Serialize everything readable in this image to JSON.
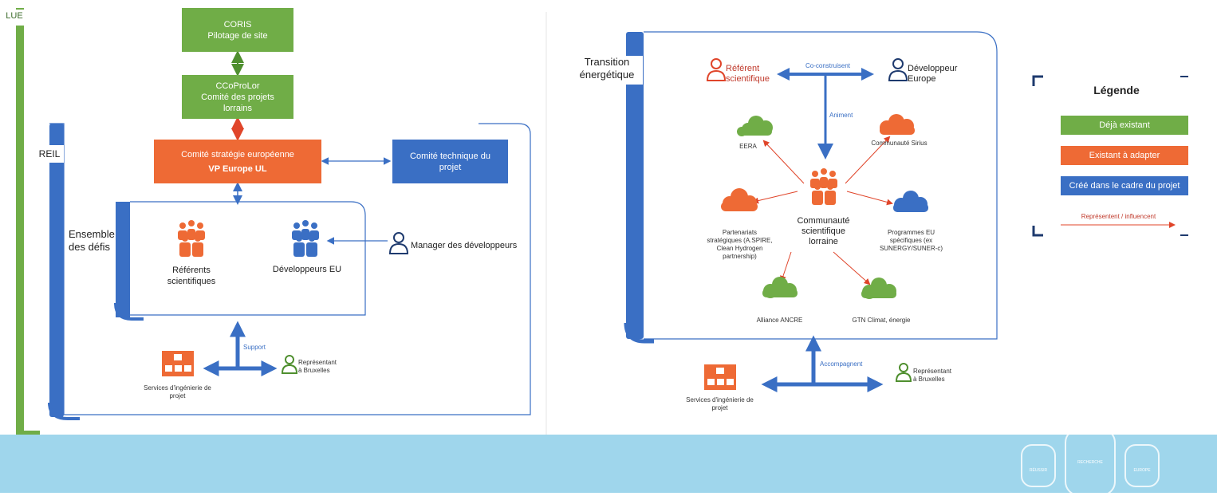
{
  "colors": {
    "green": "#70ad47",
    "orange": "#ee6a35",
    "blue": "#3a6fc4",
    "banner": "#9fd6ec"
  },
  "left": {
    "lue_tag": "LUE",
    "coris": {
      "line1": "CORIS",
      "line2": "Pilotage de site"
    },
    "ccoprolor": {
      "line1": "CCoProLor",
      "line2": "Comité des projets",
      "line3": "lorrains"
    },
    "reil_tag": "REIL",
    "strategie": {
      "line1": "Comité stratégie européenne",
      "line2": "VP Europe UL"
    },
    "technique": {
      "line1": "Comité technique du",
      "line2": "projet"
    },
    "ensemble_tag": {
      "line1": "Ensemble",
      "line2": "des défis"
    },
    "referents": {
      "line1": "Référents",
      "line2": "scientifiques"
    },
    "developpeurs": "Développeurs EU",
    "manager": "Manager des développeurs",
    "support": "Support",
    "services": {
      "line1": "Services d'ingénierie de",
      "line2": "projet"
    },
    "representant": {
      "line1": "Représentant",
      "line2": "à Bruxelles"
    }
  },
  "right": {
    "transition_tag": {
      "line1": "Transition",
      "line2": "énergétique"
    },
    "referent": {
      "line1": "Référent",
      "line2": "scientifique"
    },
    "coconstruisent": "Co-construisent",
    "developpeur": {
      "line1": "Développeur",
      "line2": "Europe"
    },
    "animent": "Animent",
    "eera": "EERA",
    "sirius": "Communauté Sirius",
    "communaute": {
      "line1": "Communauté",
      "line2": "scientifique",
      "line3": "lorraine"
    },
    "partenariats": {
      "line1": "Partenariats",
      "line2": "stratégiques (A.SPIRE,",
      "line3": "Clean Hydrogen",
      "line4": "partnership)"
    },
    "programmes": {
      "line1": "Programmes EU",
      "line2": "spécifiques (ex",
      "line3": "SUNERGY/SUNER-c)"
    },
    "ancre": "Alliance ANCRE",
    "gtn": "GTN Climat, énergie",
    "accompagnent": "Accompagnent",
    "services": {
      "line1": "Services d'ingénierie de",
      "line2": "projet"
    },
    "representant": {
      "line1": "Représentant",
      "line2": "à Bruxelles"
    }
  },
  "legend": {
    "title": "Légende",
    "existing": "Déjà existant",
    "adapt": "Existant à adapter",
    "created": "Créé dans le cadre du projet",
    "arrow_label": "Représentent / influencent"
  },
  "banner": {
    "item1": "RÉUSSIR",
    "item2": "RECHERCHE",
    "item3": "EUROPE"
  }
}
